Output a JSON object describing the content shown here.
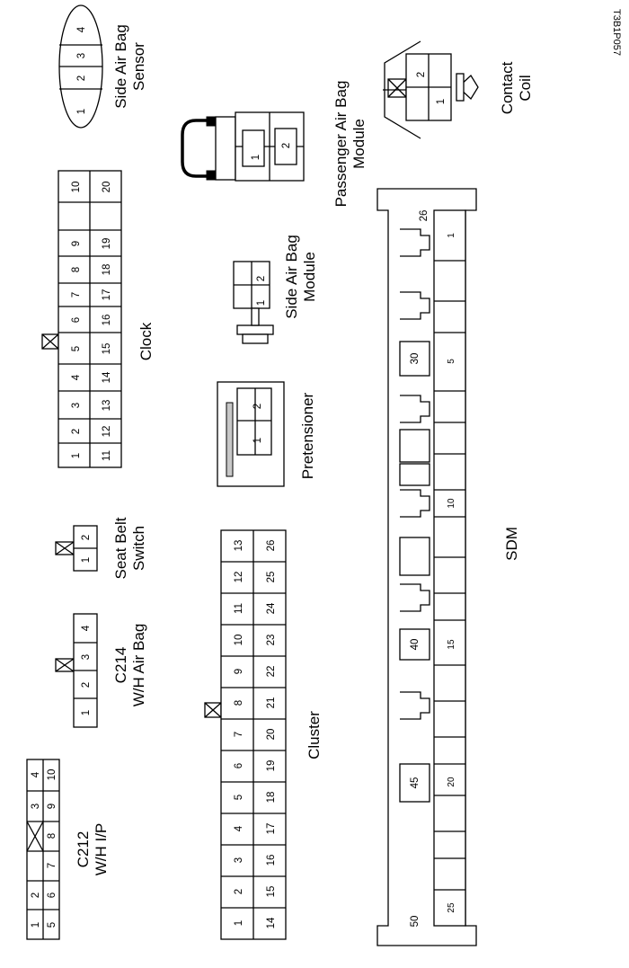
{
  "labels": {
    "figure_id": "T3B1P057",
    "c212": [
      "C212",
      "W/H I/P"
    ],
    "c214": [
      "C214",
      "W/H Air Bag"
    ],
    "seat_belt": [
      "Seat Belt",
      "Switch"
    ],
    "clock": "Clock",
    "side_sensor": [
      "Side Air Bag",
      "Sensor"
    ],
    "passenger_module": [
      "Passenger Air Bag",
      "Module"
    ],
    "contact_coil": [
      "Contact",
      "Coil"
    ],
    "side_module": [
      "Side Air Bag",
      "Module"
    ],
    "pretensioner": "Pretensioner",
    "cluster": "Cluster",
    "sdm": "SDM"
  },
  "connectors": {
    "c212": {
      "top": [
        "1",
        "2",
        "",
        "3",
        "4"
      ],
      "bottom": [
        "5",
        "6",
        "7",
        "8",
        "9",
        "10"
      ]
    },
    "c214": [
      "1",
      "2",
      "3",
      "4"
    ],
    "seat_belt": [
      "1",
      "2"
    ],
    "clock": {
      "top": [
        "1",
        "2",
        "3",
        "4",
        "5",
        "6",
        "7",
        "8",
        "9",
        "10"
      ],
      "bottom": [
        "11",
        "12",
        "13",
        "14",
        "15",
        "16",
        "17",
        "18",
        "19",
        "20"
      ]
    },
    "side_sensor": [
      "1",
      "2",
      "3",
      "4"
    ],
    "passenger_module": [
      "1",
      "2"
    ],
    "contact_coil": [
      "1",
      "2"
    ],
    "side_module": [
      "1",
      "2"
    ],
    "pretensioner": [
      "1",
      "2"
    ],
    "cluster": {
      "top": [
        "1",
        "2",
        "3",
        "4",
        "5",
        "6",
        "7",
        "8",
        "9",
        "10",
        "11",
        "12",
        "13"
      ],
      "bottom": [
        "14",
        "15",
        "16",
        "17",
        "18",
        "19",
        "20",
        "21",
        "22",
        "23",
        "24",
        "25",
        "26"
      ]
    },
    "sdm": {
      "top_labels": [
        "50",
        "45",
        "40",
        "30",
        "26"
      ],
      "bottom_labels": [
        "25",
        "20",
        "15",
        "10",
        "5",
        "1"
      ]
    }
  }
}
